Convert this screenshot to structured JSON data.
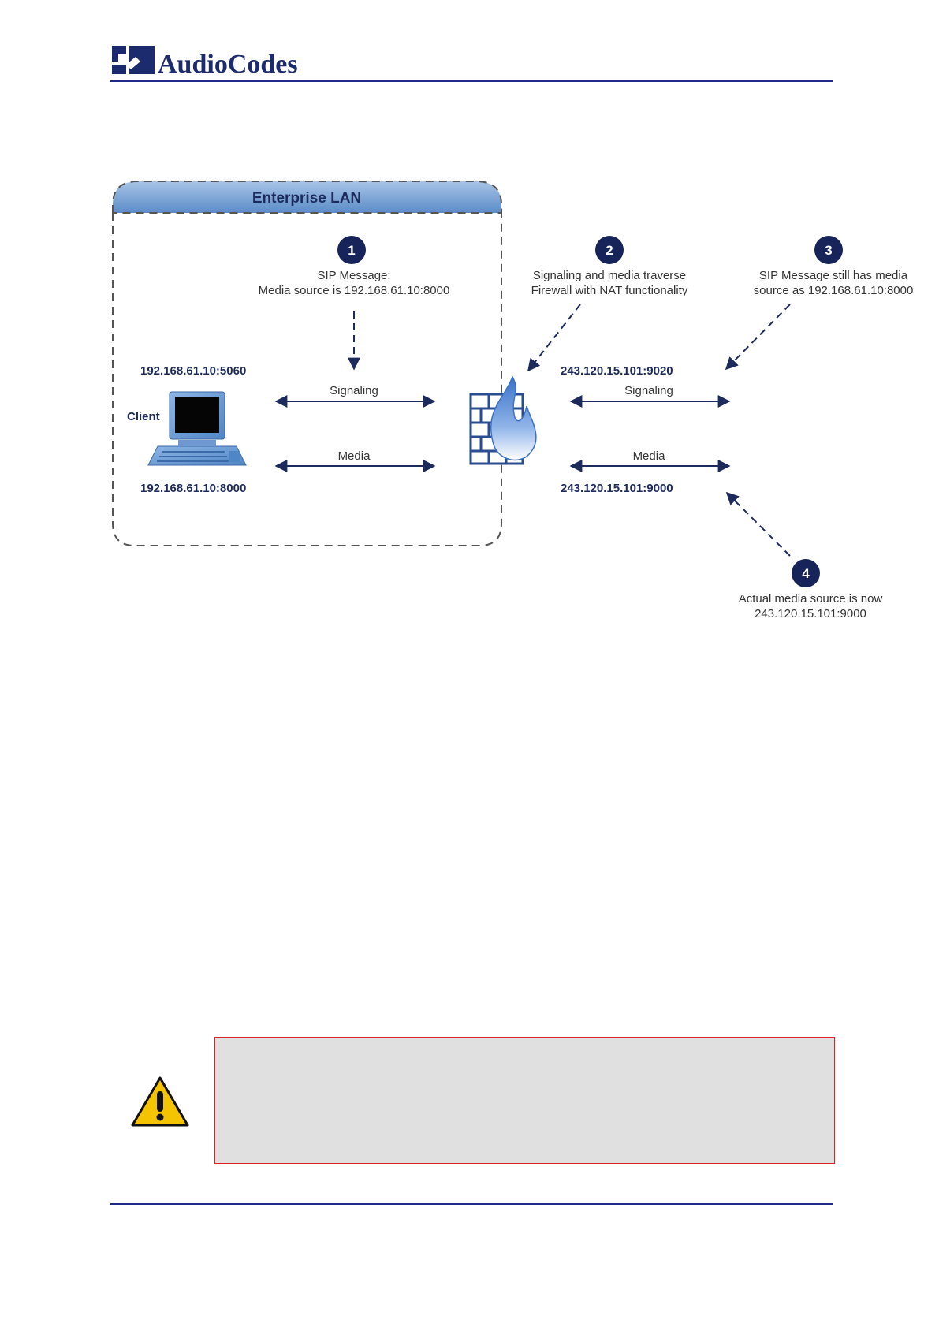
{
  "header": {
    "brand": "AudioCodes"
  },
  "diagram": {
    "lan_title": "Enterprise LAN",
    "steps": [
      {
        "number": "1",
        "line1": "SIP Message:",
        "line2": "Media source is 192.168.61.10:8000"
      },
      {
        "number": "2",
        "line1": "Signaling and media traverse",
        "line2": "Firewall with NAT functionality"
      },
      {
        "number": "3",
        "line1": "SIP Message still has media",
        "line2": "source as 192.168.61.10:8000"
      },
      {
        "number": "4",
        "line1": "Actual media source is now",
        "line2": "243.120.15.101:9000"
      }
    ],
    "client_label": "Client",
    "internal_signal_addr": "192.168.61.10:5060",
    "internal_media_addr": "192.168.61.10:8000",
    "external_signal_addr": "243.120.15.101:9020",
    "external_media_addr": "243.120.15.101:9000",
    "signaling_label": "Signaling",
    "media_label": "Media"
  },
  "colors": {
    "navy": "#1c2a5c",
    "rule_blue": "#1f2a8c",
    "note_border": "#e02020",
    "note_bg": "#e0e0e0",
    "warning_yellow": "#f5c400"
  }
}
